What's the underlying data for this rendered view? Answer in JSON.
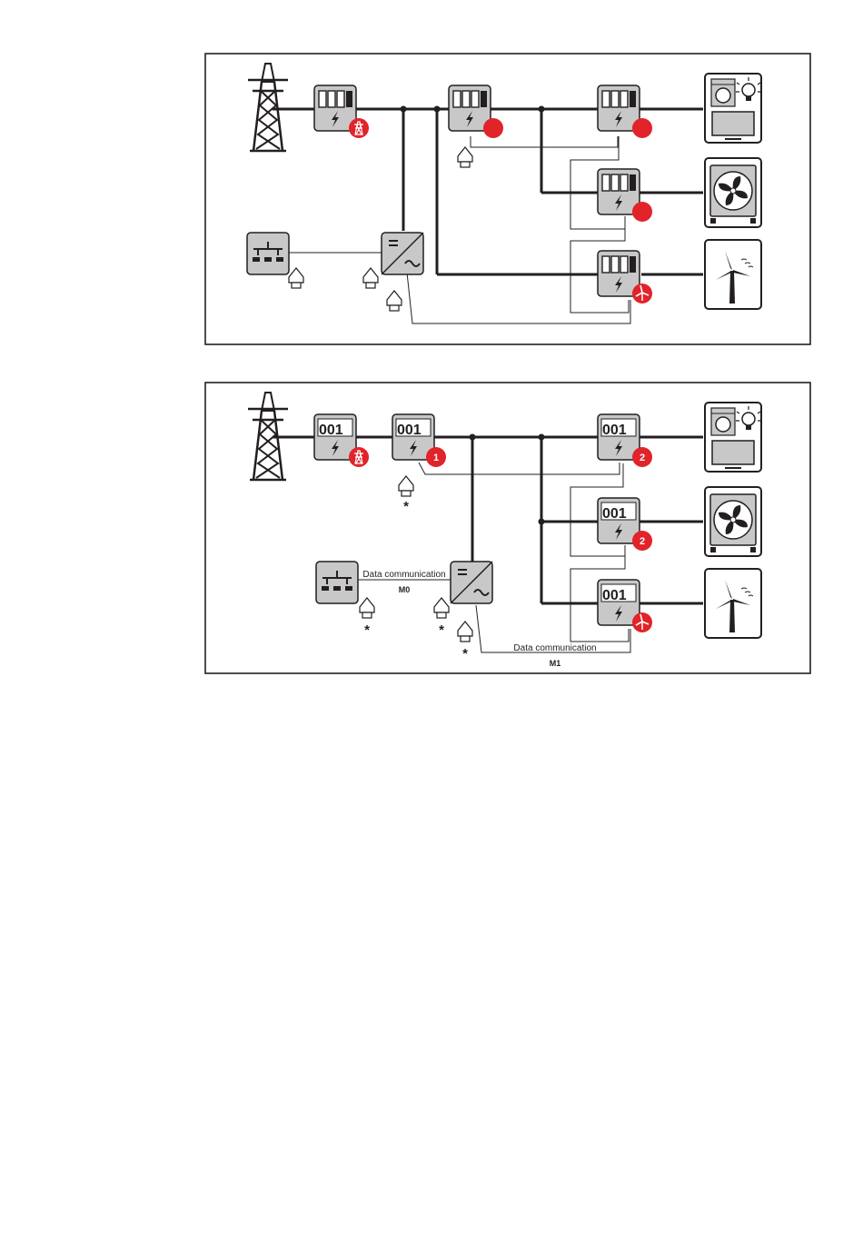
{
  "diagram_top": {
    "badges": [
      "",
      "",
      ""
    ]
  },
  "diagram_bottom": {
    "badges": [
      "1",
      "2",
      "2"
    ],
    "meter_digits": "001",
    "data_communication_m0": "Data communication",
    "label_m0": "M0",
    "data_communication_m1": "Data communication",
    "label_m1": "M1",
    "termination_marks": [
      "*",
      "*",
      "*",
      "*"
    ]
  },
  "colors": {
    "frame": "#231f20",
    "device_fill": "#c8c8c8",
    "badge_red": "#e1232a",
    "line": "#231f20"
  }
}
